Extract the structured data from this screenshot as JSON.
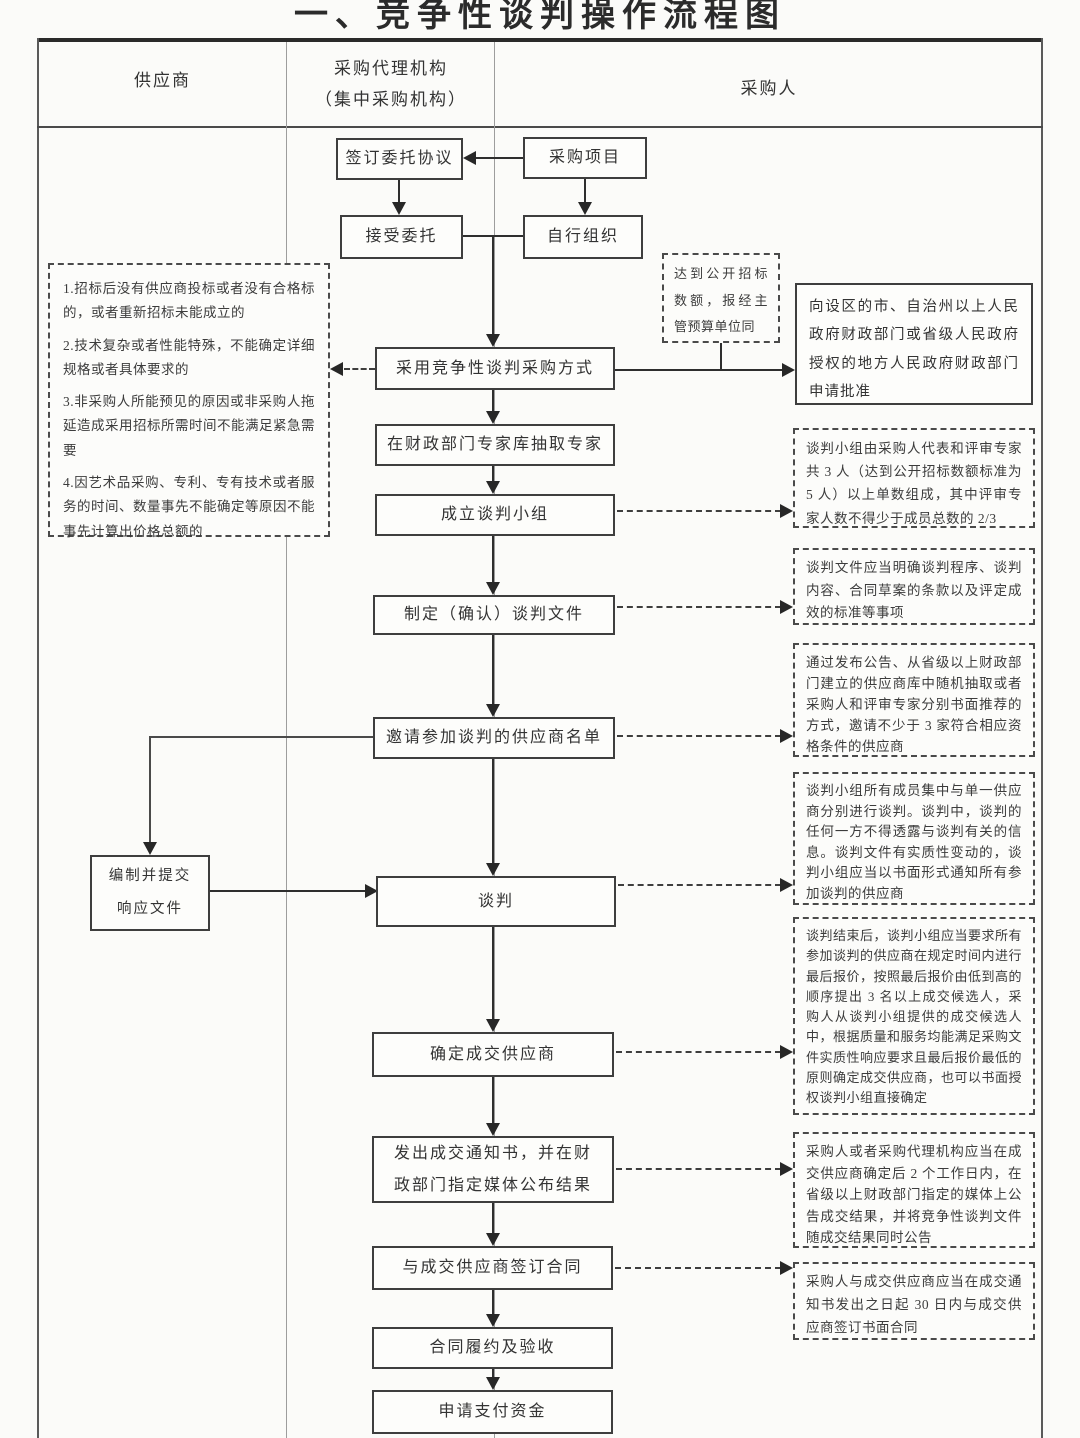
{
  "title": "一、竞争性谈判操作流程图",
  "lanes": {
    "supplier": "供应商",
    "agency_line1": "采购代理机构",
    "agency_line2": "（集中采购机构）",
    "purchaser": "采购人"
  },
  "nodes": {
    "sign_agreement": "签订委托协议",
    "procurement_project": "采购项目",
    "accept_entrust": "接受委托",
    "self_organize": "自行组织",
    "adopt_method": "采用竞争性谈判采购方式",
    "extract_experts": "在财政部门专家库抽取专家",
    "form_group": "成立谈判小组",
    "make_documents": "制定（确认）谈判文件",
    "invite_suppliers": "邀请参加谈判的供应商名单",
    "prepare_response": "编制并提交响应文件",
    "negotiate": "谈判",
    "determine_supplier": "确定成交供应商",
    "issue_notice": "发出成交通知书，并在财政部门指定媒体公布结果",
    "sign_contract": "与成交供应商签订合同",
    "contract_acceptance": "合同履约及验收",
    "apply_payment": "申请支付资金",
    "apply_approval": "向设区的市、自治州以上人民政府财政部门或省级人民政府授权的地方人民政府财政部门申请批准"
  },
  "notes": {
    "conditions": {
      "items": [
        "1.招标后没有供应商投标或者没有合格标的，或者重新招标未能成立的",
        "2.技术复杂或者性能特殊，不能确定详细规格或者具体要求的",
        "3.非采购人所能预见的原因或非采购人拖延造成采用招标所需时间不能满足紧急需要",
        "4.因艺术品采购、专利、专有技术或者服务的时间、数量事先不能确定等原因不能事先计算出价格总额的"
      ]
    },
    "over_threshold": "达到公开招标数额，报经主管预算单位同",
    "group_composition": "谈判小组由采购人代表和评审专家共 3 人（达到公开招标数额标准为 5 人）以上单数组成，其中评审专家人数不得少于成员总数的 2/3",
    "doc_requirements": "谈判文件应当明确谈判程序、谈判内容、合同草案的条款以及评定成效的标准等事项",
    "invite_method": "通过发布公告、从省级以上财政部门建立的供应商库中随机抽取或者采购人和评审专家分别书面推荐的方式，邀请不少于 3 家符合相应资格条件的供应商",
    "negotiation_rules": "谈判小组所有成员集中与单一供应商分别进行谈判。谈判中，谈判的任何一方不得透露与谈判有关的信息。谈判文件有实质性变动的，谈判小组应当以书面形式通知所有参加谈判的供应商",
    "final_quote": "谈判结束后，谈判小组应当要求所有参加谈判的供应商在规定时间内进行最后报价，按照最后报价由低到高的顺序提出 3 名以上成交候选人，采购人从谈判小组提供的成交候选人中，根据质量和服务均能满足采购文件实质性响应要求且最后报价最低的原则确定成交供应商，也可以书面授权谈判小组直接确定",
    "announce_result": "采购人或者采购代理机构应当在成交供应商确定后 2 个工作日内，在省级以上财政部门指定的媒体上公告成交结果，并将竞争性谈判文件随成交结果同时公告",
    "sign_deadline": "采购人与成交供应商应当在成交通知书发出之日起 30 日内与成交供应商签订书面合同"
  }
}
